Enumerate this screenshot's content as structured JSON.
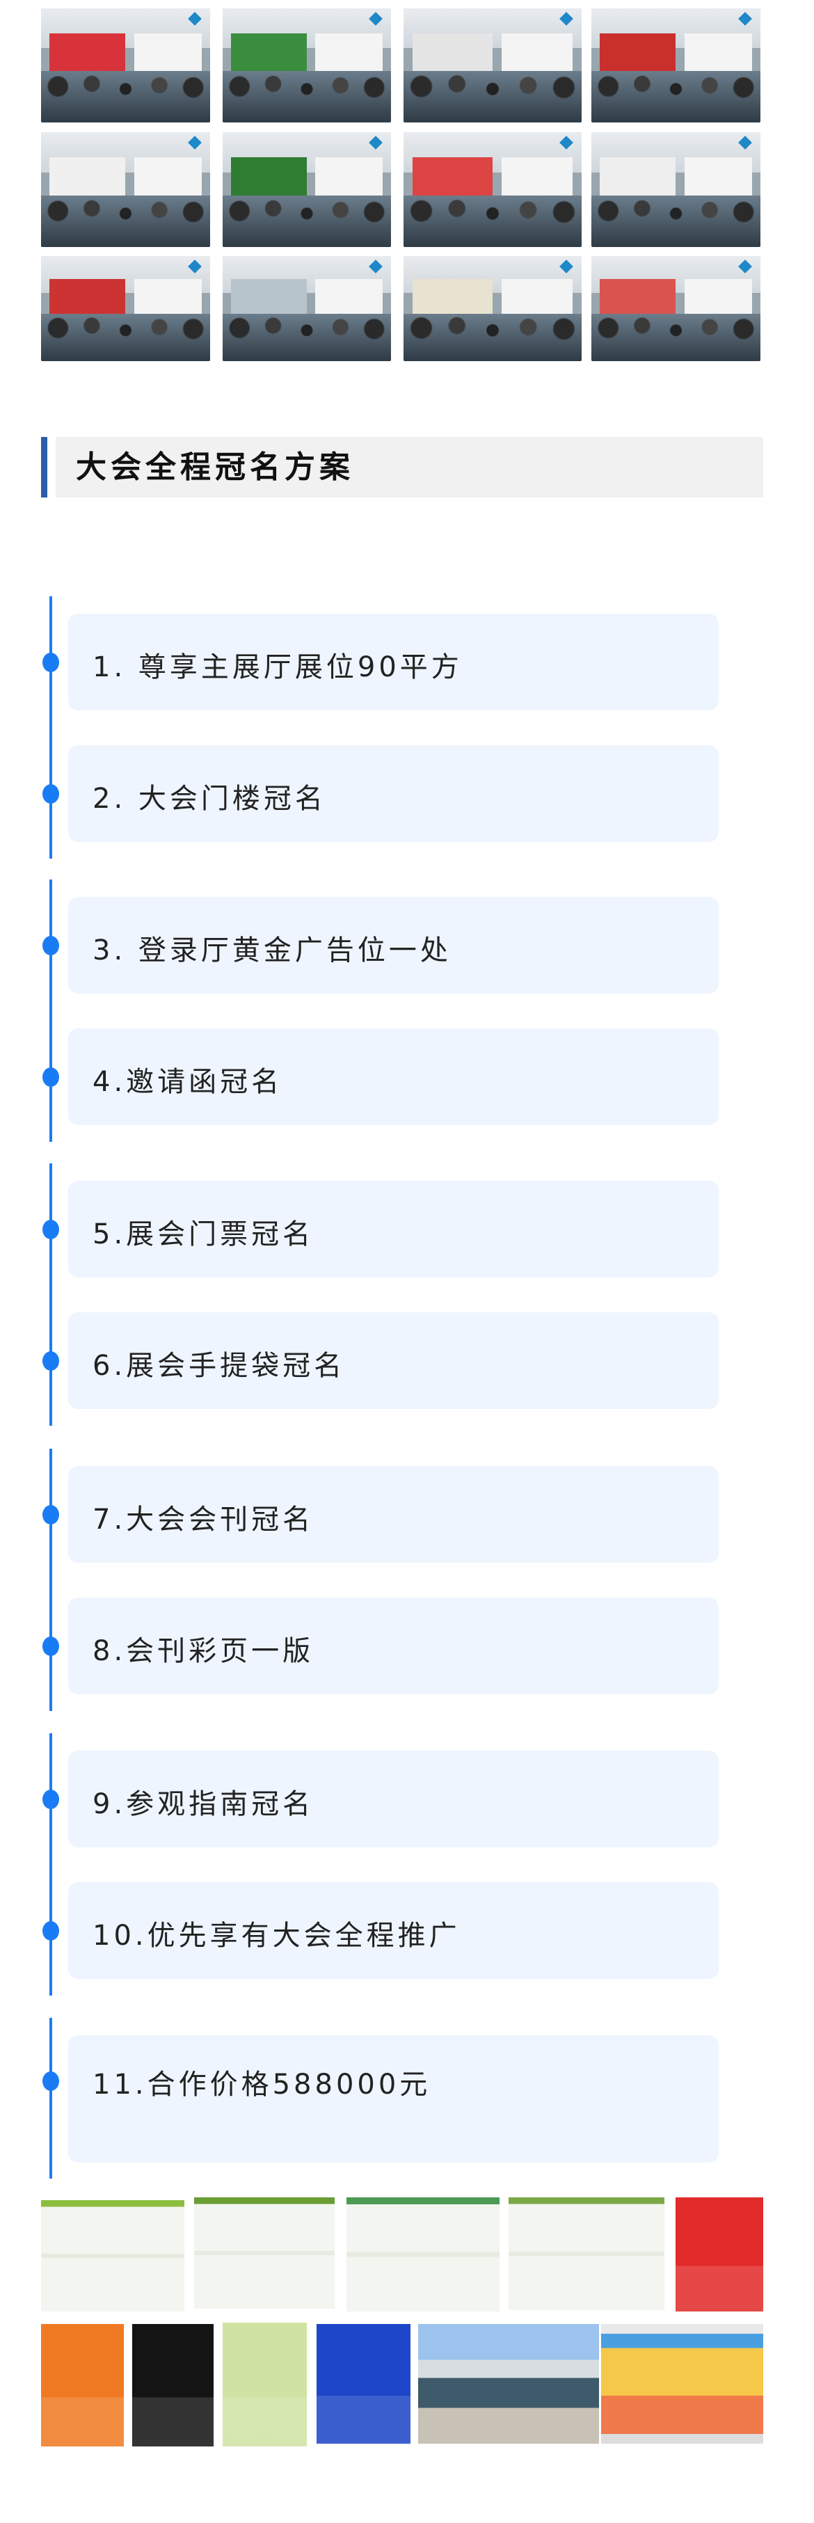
{
  "section_title": "大会全程冠名方案",
  "accent_color": "#1a7cf5",
  "heading_accent_color": "#2a5ea8",
  "item_bg_color": "#eef5ff",
  "timeline_groups": [
    {
      "items": [
        "1. 尊享主展厅展位90平方",
        "2. 大会门楼冠名"
      ]
    },
    {
      "items": [
        "3. 登录厅黄金广告位一处",
        "4.邀请函冠名"
      ]
    },
    {
      "items": [
        "5.展会门票冠名",
        "6.展会手提袋冠名"
      ]
    },
    {
      "items": [
        "7.大会会刊冠名",
        "8.会刊彩页一版"
      ]
    },
    {
      "items": [
        "9.参观指南冠名",
        "10.优先享有大会全程推广"
      ]
    },
    {
      "items": [
        "11.合作价格588000元"
      ]
    }
  ],
  "top_photos": [
    "exhibition-crowd-photo",
    "exhibition-crowd-photo",
    "exhibition-booth-photo",
    "exhibition-crowd-photo",
    "exhibition-booth-photo",
    "exhibition-booth-photo",
    "exhibition-crowd-photo",
    "exhibition-hall-photo",
    "exhibition-booth-photo",
    "exhibition-hall-photo",
    "exhibition-hall-photo",
    "exhibition-booth-photo"
  ],
  "bottom_materials": [
    {
      "kind": "gift-voucher",
      "color": "#8dbd3f"
    },
    {
      "kind": "brochure-inner",
      "color": "#6a9d34"
    },
    {
      "kind": "catalog-spread",
      "color": "#4d9a55"
    },
    {
      "kind": "catalog-spread",
      "color": "#7aa846"
    },
    {
      "kind": "invitation-poster",
      "color": "#e22b2b"
    },
    {
      "kind": "ad-page",
      "color": "#f07a23"
    },
    {
      "kind": "ad-page",
      "color": "#141414"
    },
    {
      "kind": "catalog-cover",
      "color": "#cfe3a4"
    },
    {
      "kind": "tote-bag",
      "color": "#1e46c8"
    },
    {
      "kind": "venue-photo",
      "color": "#8fb4e0"
    },
    {
      "kind": "booth-wall",
      "color": "#f2b53c"
    }
  ]
}
